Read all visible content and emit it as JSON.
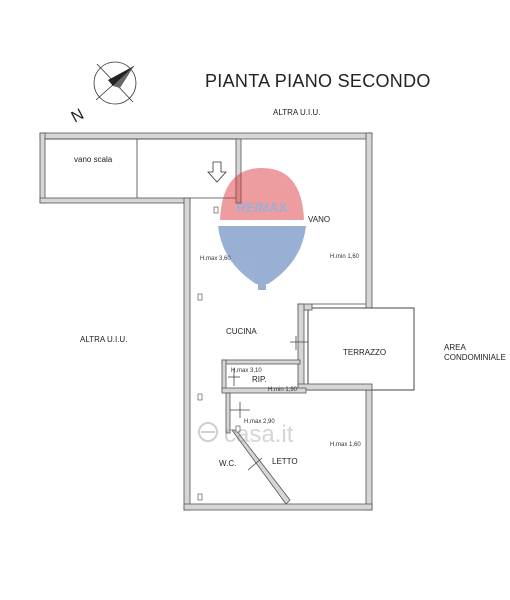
{
  "title": "PIANTA PIANO SECONDO",
  "compass": {
    "north_letter": "N"
  },
  "neighbors": {
    "top": "ALTRA U.I.U.",
    "left": "ALTRA U.I.U.",
    "right_line1": "AREA",
    "right_line2": "CONDOMINIALE"
  },
  "rooms": {
    "vano_scala": "vano scala",
    "vano": "VANO",
    "cucina": "CUCINA",
    "terrazzo": "TERRAZZO",
    "rip": "RIP.",
    "wc": "W.C.",
    "letto": "LETTO"
  },
  "heights": {
    "h_vano_left": "H.max 3,60",
    "h_vano_right": "H.min 1,60",
    "h_rip_max": "H.max 3,10",
    "h_rip_min": "H.min 1,90",
    "h_letto_max": "H.max 2,90",
    "h_letto_right": "H.max 1,60"
  },
  "watermarks": {
    "remax": "RE/MAX",
    "casa": "casa.it"
  },
  "colors": {
    "wall_fill": "#d6d6d6",
    "remax_red": "#d9262e",
    "remax_blue": "#1f4fa0"
  }
}
